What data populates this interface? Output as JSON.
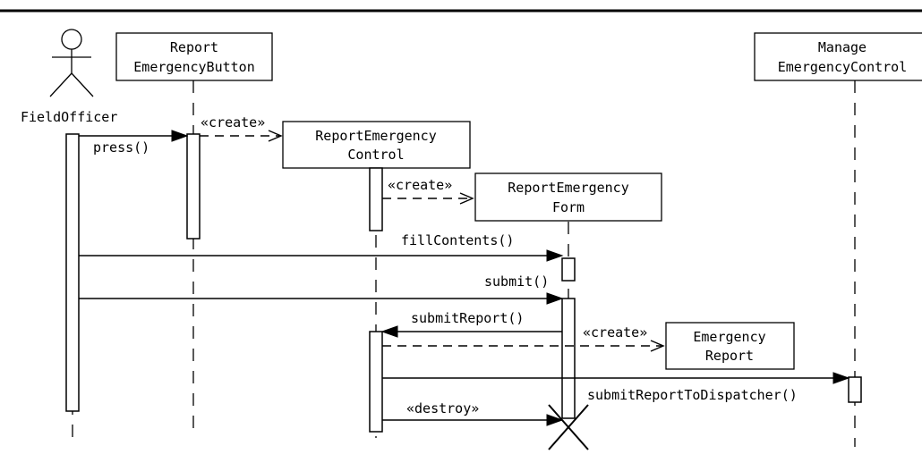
{
  "actor": {
    "name": "FieldOfficer"
  },
  "objects": {
    "button": {
      "line1": "Report",
      "line2": "EmergencyButton"
    },
    "control": {
      "line1": "ReportEmergency",
      "line2": "Control"
    },
    "form": {
      "line1": "ReportEmergency",
      "line2": "Form"
    },
    "report": {
      "line1": "Emergency",
      "line2": "Report"
    },
    "manage": {
      "line1": "Manage",
      "line2": "EmergencyControl"
    }
  },
  "messages": {
    "press": "press()",
    "create_control": "«create»",
    "create_form": "«create»",
    "fill_contents": "fillContents()",
    "submit": "submit()",
    "submit_report": "submitReport()",
    "create_report": "«create»",
    "submit_to_dispatcher": "submitReportToDispatcher()",
    "destroy": "«destroy»"
  }
}
